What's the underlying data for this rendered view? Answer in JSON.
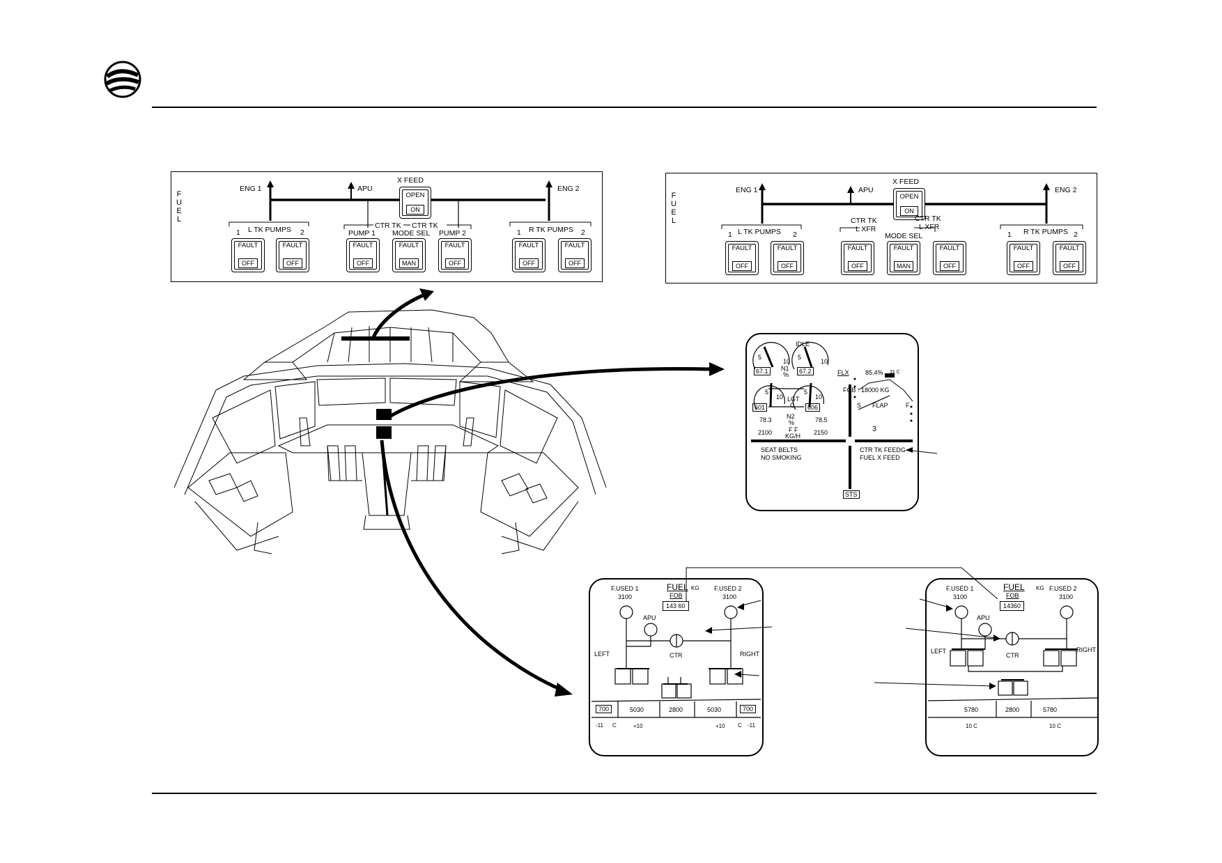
{
  "overhead_panel_a": {
    "side_label": [
      "F",
      "U",
      "E",
      "L"
    ],
    "eng1": "ENG 1",
    "apu": "APU",
    "xfeed": "X FEED",
    "eng2": "ENG 2",
    "xfeed_open": "OPEN",
    "xfeed_on": "ON",
    "l_tk_pumps": "L TK PUMPS",
    "r_tk_pumps": "R TK PUMPS",
    "num1": "1",
    "num2": "2",
    "ctr_tk_left": "CTR TK",
    "ctr_tk_right": "CTR TK",
    "pump1": "PUMP 1",
    "mode_sel": "MODE SEL",
    "pump2": "PUMP 2",
    "switches": [
      {
        "top": "FAULT",
        "bottom": "OFF"
      },
      {
        "top": "FAULT",
        "bottom": "OFF"
      },
      {
        "top": "FAULT",
        "bottom": "OFF"
      },
      {
        "top": "FAULT",
        "bottom": "MAN"
      },
      {
        "top": "FAULT",
        "bottom": "OFF"
      },
      {
        "top": "FAULT",
        "bottom": "OFF"
      },
      {
        "top": "FAULT",
        "bottom": "OFF"
      }
    ]
  },
  "overhead_panel_b": {
    "side_label": [
      "F",
      "U",
      "E",
      "L"
    ],
    "eng1": "ENG 1",
    "apu": "APU",
    "xfeed": "X FEED",
    "eng2": "ENG 2",
    "xfeed_open": "OPEN",
    "xfeed_on": "ON",
    "l_tk_pumps": "L TK PUMPS",
    "r_tk_pumps": "R TK PUMPS",
    "num1": "1",
    "num2": "2",
    "ctr_tk_left": "CTR TK",
    "l_xfr": "L XFR",
    "mode_sel": "MODE SEL",
    "ctr_tk_right": "CTR TK",
    "l_xfr_right": "L XFR",
    "switches": [
      {
        "top": "FAULT",
        "bottom": "OFF"
      },
      {
        "top": "FAULT",
        "bottom": "OFF"
      },
      {
        "top": "FAULT",
        "bottom": "OFF"
      },
      {
        "top": "FAULT",
        "bottom": "MAN"
      },
      {
        "top": "FAULT",
        "bottom": "OFF"
      },
      {
        "top": "FAULT",
        "bottom": "OFF"
      },
      {
        "top": "FAULT",
        "bottom": "OFF"
      }
    ]
  },
  "engine_display": {
    "idle": "IDLE",
    "n1": "N1",
    "pct": "%",
    "n1_left": "67.1",
    "n1_right": "67.2",
    "scale_5": "5",
    "scale_10": "10",
    "lgt": "LGT",
    "c_unit": "C",
    "lgt_left": "601",
    "lgt_right": "606",
    "n2": "N2",
    "n2_left": "78.3",
    "n2_right": "78.5",
    "ff": "F F",
    "ff_unit": "KG/H",
    "ff_left": "2100",
    "ff_right": "2150",
    "flx": "FLX",
    "flx_value": "85.4%",
    "flx_temp": "31 C",
    "fob": "FOB : 18000  KG",
    "flap_s": "S",
    "flap": "FLAP",
    "flap_f": "F",
    "flap_value": "3",
    "memo_left_1": "SEAT BELTS",
    "memo_left_2": "NO SMOKING",
    "memo_right_1": "CTR TK FEEDG",
    "memo_right_2": "FUEL X FEED",
    "sts": "STS"
  },
  "fuel_page_a": {
    "fused1": "F.USED 1",
    "fused1_val": "3100",
    "title": "FUEL",
    "kg": "KG",
    "fob": "FOB",
    "fob_val": "143 60",
    "fused2": "F.USED 2",
    "fused2_val": "3100",
    "apu": "APU",
    "left": "LEFT",
    "ctr": "CTR",
    "right": "RIGHT",
    "qty": [
      "700",
      "5030",
      "2800",
      "5030",
      "700"
    ],
    "temp_l": "-11",
    "c_l": "C",
    "t_l": "+10",
    "t_r": "+10",
    "c_r": "C",
    "temp_r": "-11"
  },
  "fuel_page_b": {
    "fused1": "F.USED 1",
    "fused1_val": "3100",
    "title": "FUEL",
    "kg": "KG",
    "fob": "FOB",
    "fob_val": "14360",
    "fused2": "F.USED 2",
    "fused2_val": "3100",
    "apu": "APU",
    "left": "LEFT",
    "ctr": "CTR",
    "right": "RIGHT",
    "qty": [
      "5780",
      "2800",
      "5780"
    ],
    "t_l": "10 C",
    "t_r": "10 C"
  }
}
